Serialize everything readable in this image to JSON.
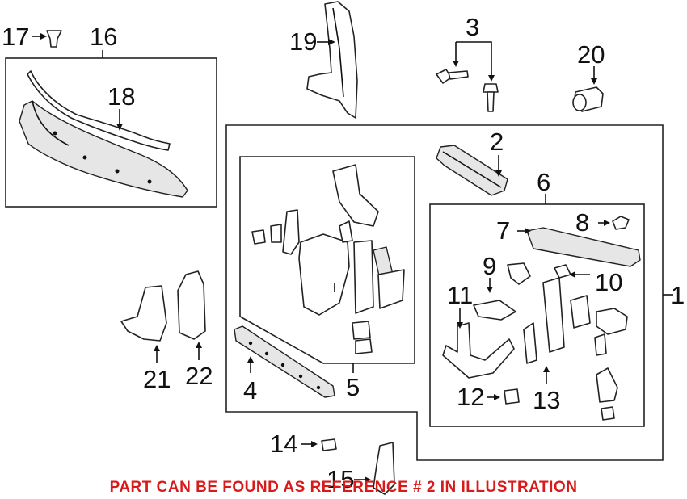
{
  "diagram": {
    "callouts": [
      {
        "id": "c1",
        "text": "1"
      },
      {
        "id": "c2",
        "text": "2"
      },
      {
        "id": "c3",
        "text": "3"
      },
      {
        "id": "c4",
        "text": "4"
      },
      {
        "id": "c5",
        "text": "5"
      },
      {
        "id": "c6",
        "text": "6"
      },
      {
        "id": "c7",
        "text": "7"
      },
      {
        "id": "c8",
        "text": "8"
      },
      {
        "id": "c9",
        "text": "9"
      },
      {
        "id": "c10",
        "text": "10"
      },
      {
        "id": "c11",
        "text": "11"
      },
      {
        "id": "c12",
        "text": "12"
      },
      {
        "id": "c13",
        "text": "13"
      },
      {
        "id": "c14",
        "text": "14"
      },
      {
        "id": "c15",
        "text": "15"
      },
      {
        "id": "c16",
        "text": "16"
      },
      {
        "id": "c17",
        "text": "17"
      },
      {
        "id": "c18",
        "text": "18"
      },
      {
        "id": "c19",
        "text": "19"
      },
      {
        "id": "c20",
        "text": "20"
      },
      {
        "id": "c21",
        "text": "21"
      },
      {
        "id": "c22",
        "text": "22"
      }
    ],
    "note": "PART CAN BE FOUND AS REFERENCE # 2 IN ILLUSTRATION",
    "colors": {
      "note": "#d91a1a",
      "line": "#222222",
      "shade": "#e6e6e6"
    }
  }
}
